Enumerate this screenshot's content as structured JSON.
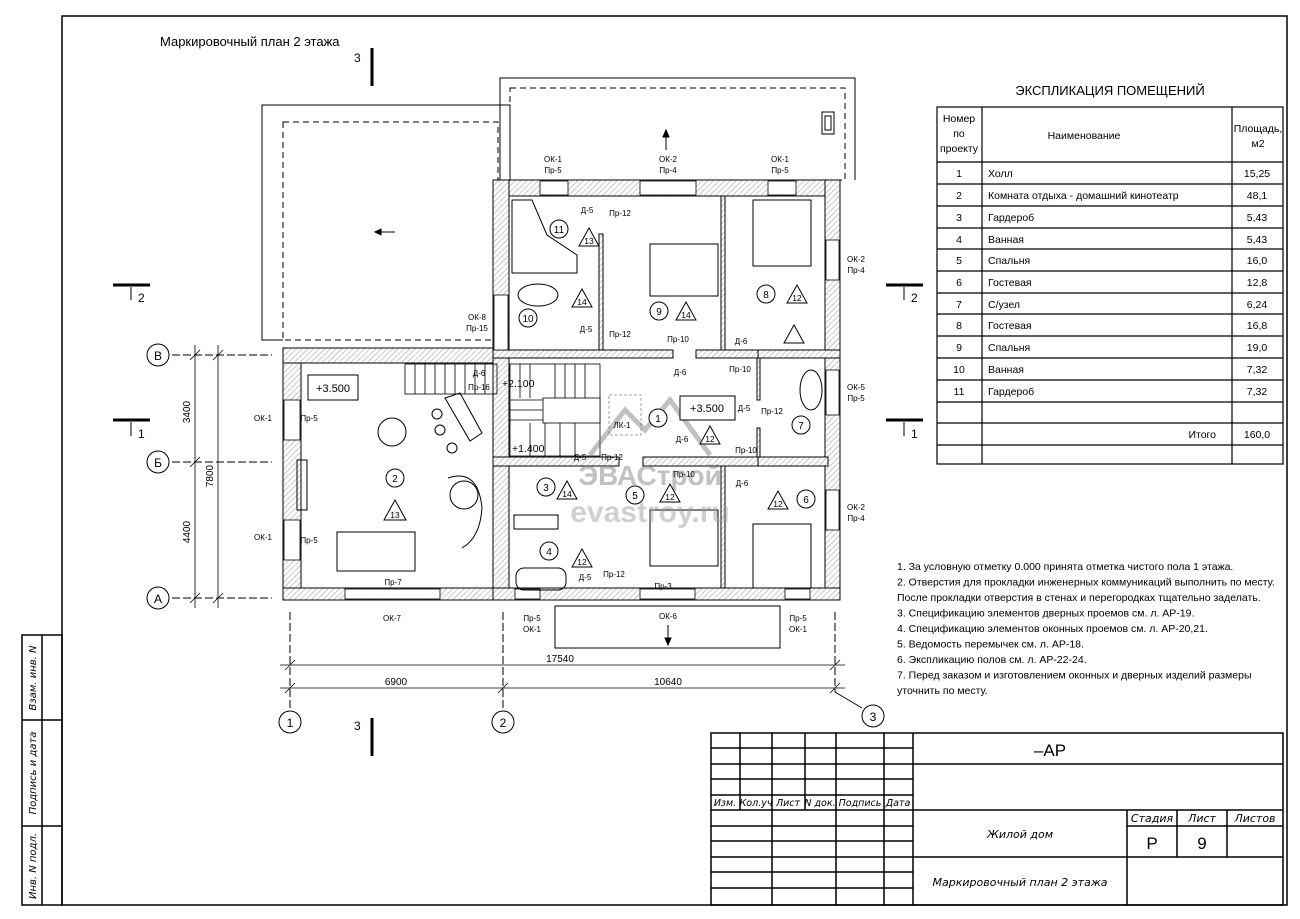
{
  "sheet_title": "Маркировочный план 2 этажа",
  "section_marks": {
    "s3": "3",
    "s2": "2",
    "s1": "1"
  },
  "axes": {
    "rows": [
      "В",
      "Б",
      "А"
    ],
    "cols": [
      "1",
      "2",
      "3"
    ]
  },
  "dimensions": {
    "d3400": "3400",
    "d4400": "4400",
    "d7800": "7800",
    "d17540": "17540",
    "d6900": "6900",
    "d10640": "10640"
  },
  "elevations": [
    "+3.500",
    "+3.500",
    "+2.100",
    "+1.400"
  ],
  "room_numbers": [
    "1",
    "2",
    "3",
    "4",
    "5",
    "6",
    "7",
    "8",
    "9",
    "10",
    "11"
  ],
  "floor_types": [
    "12",
    "13",
    "14",
    "12",
    "12",
    "14",
    "12",
    "12",
    "14",
    "13",
    "12"
  ],
  "plan_labels": [
    "ОК-1",
    "Пр-5",
    "ОК-2",
    "Пр-4",
    "ОК-1",
    "Пр-5",
    "ОК-2",
    "Пр-4",
    "ОК-5",
    "Пр-5",
    "ОК-2",
    "Пр-4",
    "ОК-8",
    "Пр-15",
    "ОК-1",
    "ОК-1",
    "Пр-5",
    "Пр-5",
    "Пр-7",
    "ОК-7",
    "Пр-5",
    "ОК-1",
    "ОК-6",
    "Пр-5",
    "ОК-1",
    "Пр-3",
    "Д-5",
    "Пр-12",
    "Д-5",
    "Пр-12",
    "Пр-10",
    "Д-6",
    "Пр-10",
    "Д-6",
    "Д-6",
    "Пр-16",
    "ЛК-1",
    "Д-5",
    "Пр-12",
    "Д-6",
    "Пр-10",
    "Д-6",
    "Пр-10",
    "Д-5",
    "Пр-12",
    "Д-5",
    "Пр-12"
  ],
  "watermark": {
    "line1": "ЭВАСтрой",
    "line2": "evastroy.ru"
  },
  "explication": {
    "title": "ЭКСПЛИКАЦИЯ ПОМЕЩЕНИЙ",
    "headers": {
      "num": [
        "Номер",
        "по",
        "проекту"
      ],
      "name": "Наименование",
      "area": [
        "Площадь,",
        "м2"
      ]
    },
    "rows": [
      {
        "num": "1",
        "name": "Холл",
        "area": "15,25"
      },
      {
        "num": "2",
        "name": "Комната отдыха - домашний кинотеатр",
        "area": "48,1"
      },
      {
        "num": "3",
        "name": "Гардероб",
        "area": "5,43"
      },
      {
        "num": "4",
        "name": "Ванная",
        "area": "5,43"
      },
      {
        "num": "5",
        "name": "Спальня",
        "area": "16,0"
      },
      {
        "num": "6",
        "name": "Гостевая",
        "area": "12,8"
      },
      {
        "num": "7",
        "name": "С/узел",
        "area": "6,24"
      },
      {
        "num": "8",
        "name": "Гостевая",
        "area": "16,8"
      },
      {
        "num": "9",
        "name": "Спальня",
        "area": "19,0"
      },
      {
        "num": "10",
        "name": "Ванная",
        "area": "7,32"
      },
      {
        "num": "11",
        "name": "Гардероб",
        "area": "7,32"
      }
    ],
    "total_label": "Итого",
    "total_value": "160,0"
  },
  "notes": [
    "1. За условную отметку 0.000 принята отметка чистого пола 1 этажа.",
    "2. Отверстия для прокладки инженерных коммуникаций выполнить по месту.",
    "После прокладки  отверстия в стенах и перегородках тщательно заделать.",
    "3. Спецификацию элементов дверных проемов см. л. АР-19.",
    "4. Спецификацию элементов оконных проемов см. л. АР-20,21.",
    "5. Ведомость перемычек см. л. АР-18.",
    "6. Экспликацию полов см. л. АР-22-24.",
    "7. Перед заказом и изготовлением оконных и дверных изделий размеры",
    "уточнить по месту."
  ],
  "title_block": {
    "code": "–АР",
    "cols": [
      "Изм.",
      "Кол.уч",
      "Лист",
      "N док.",
      "Подпись",
      "Дата"
    ],
    "object": "Жилой дом",
    "sheet_name": "Маркировочный план 2 этажа",
    "stage_label": "Стадия",
    "sheet_label": "Лист",
    "sheets_label": "Листов",
    "stage": "Р",
    "sheet": "9",
    "sheets": ""
  },
  "side_stamp": [
    "Взам. инв. N",
    "Подпись и дата",
    "Инв. N подл."
  ]
}
